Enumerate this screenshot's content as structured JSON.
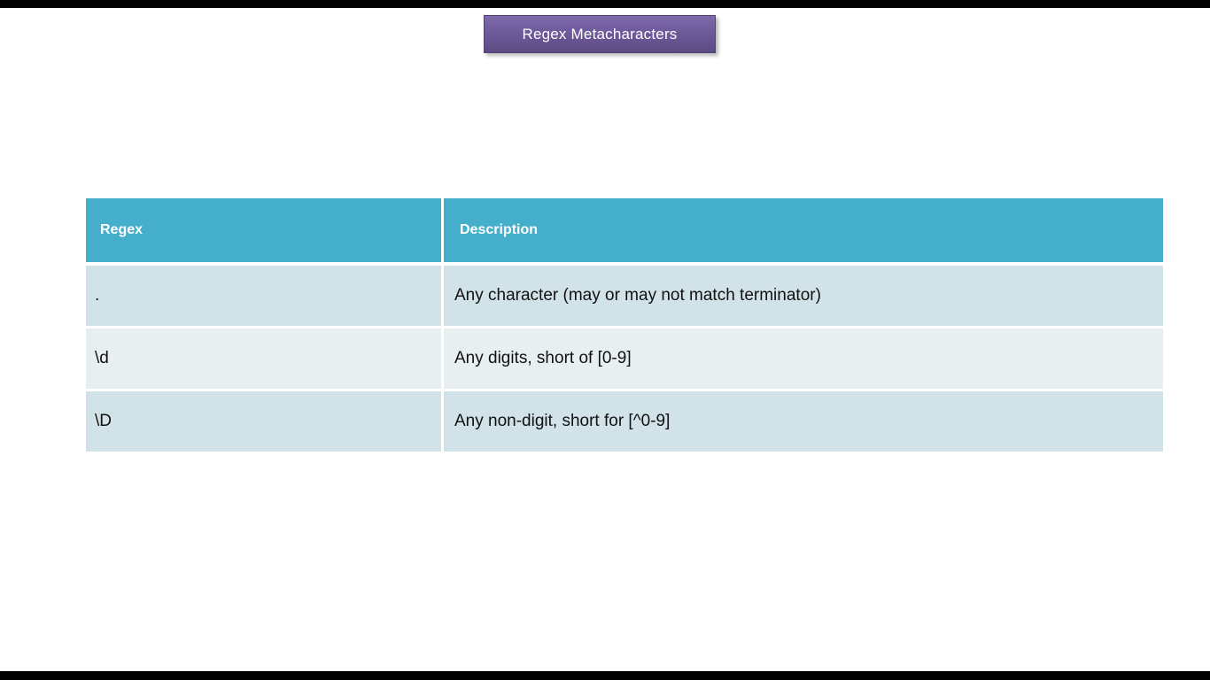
{
  "slide": {
    "title": "Regex Metacharacters",
    "background_color": "#FFFFFF",
    "letterbox_color": "#000000",
    "accent_color": "#44AECB",
    "title_color_top": "#7F6BAB",
    "title_color_bottom": "#5D4B84"
  },
  "table": {
    "columns": [
      {
        "key": "regex",
        "label": "Regex"
      },
      {
        "key": "description",
        "label": "Description"
      }
    ],
    "rows": [
      {
        "regex": ".",
        "description": "Any character (may or may not match terminator)"
      },
      {
        "regex": "\\d",
        "description": "Any digits, short of [0-9]"
      },
      {
        "regex": "\\D",
        "description": "Any non-digit, short for [^0-9]"
      }
    ],
    "row_colors": [
      "#D2E2E9",
      "#E8EFF1",
      "#D2E2E9"
    ],
    "header_background": "#44AECB",
    "header_text_color": "#FFFFFF"
  }
}
